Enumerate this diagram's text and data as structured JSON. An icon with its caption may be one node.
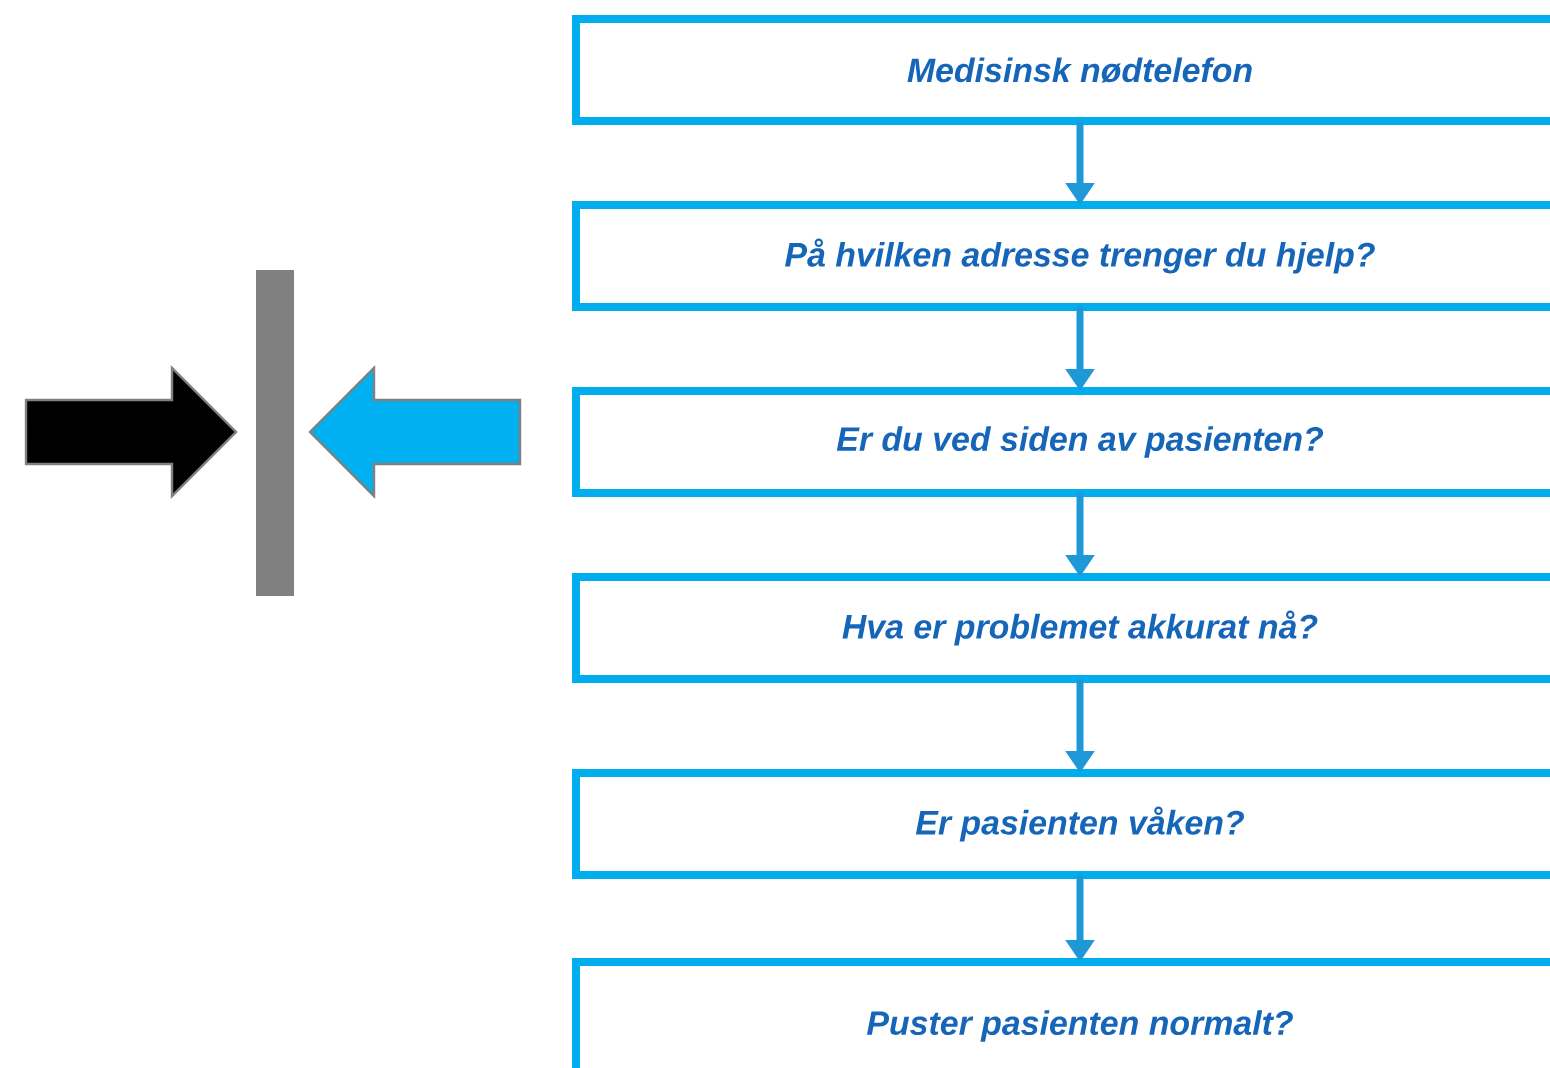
{
  "diagram": {
    "nodes": [
      {
        "text": [
          "Medisinsk nødtelefon"
        ]
      },
      {
        "text": [
          "På hvilken adresse trenger du hjelp?"
        ]
      },
      {
        "text": [
          "Er du ved siden av pasienten?"
        ]
      },
      {
        "text": [
          "Hva er problemet akkurat nå?"
        ]
      },
      {
        "text": [
          "Er pasienten våken?"
        ]
      },
      {
        "text": [
          "Puster pasienten normalt?"
        ]
      }
    ],
    "edges": [
      {
        "from": 0,
        "to": 1,
        "arrow": "to"
      },
      {
        "from": 1,
        "to": 2,
        "arrow": "to"
      },
      {
        "from": 2,
        "to": 3,
        "arrow": "to"
      },
      {
        "from": 3,
        "to": 4,
        "arrow": "to"
      },
      {
        "from": 4,
        "to": 5,
        "arrow": "to"
      }
    ]
  }
}
